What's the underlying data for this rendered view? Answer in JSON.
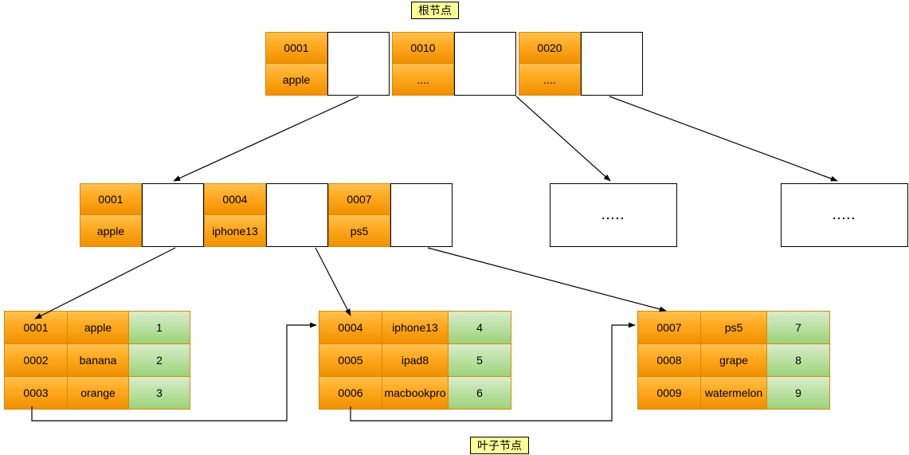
{
  "labels": {
    "root": "根节点",
    "leaf": "叶子节点"
  },
  "root_node": {
    "entries": [
      {
        "key": "0001",
        "value": "apple"
      },
      {
        "key": "0010",
        "value": "...."
      },
      {
        "key": "0020",
        "value": "...."
      }
    ]
  },
  "internal_node": {
    "entries": [
      {
        "key": "0001",
        "value": "apple"
      },
      {
        "key": "0004",
        "value": "iphone13"
      },
      {
        "key": "0007",
        "value": "ps5"
      }
    ]
  },
  "collapsed_nodes": [
    {
      "text": "....."
    },
    {
      "text": "....."
    }
  ],
  "leaves": [
    {
      "rows": [
        {
          "id": "0001",
          "name": "apple",
          "num": "1"
        },
        {
          "id": "0002",
          "name": "banana",
          "num": "2"
        },
        {
          "id": "0003",
          "name": "orange",
          "num": "3"
        }
      ]
    },
    {
      "rows": [
        {
          "id": "0004",
          "name": "iphone13",
          "num": "4"
        },
        {
          "id": "0005",
          "name": "ipad8",
          "num": "5"
        },
        {
          "id": "0006",
          "name": "macbookpro",
          "num": "6"
        }
      ]
    },
    {
      "rows": [
        {
          "id": "0007",
          "name": "ps5",
          "num": "7"
        },
        {
          "id": "0008",
          "name": "grape",
          "num": "8"
        },
        {
          "id": "0009",
          "name": "watermelon",
          "num": "9"
        }
      ]
    }
  ],
  "colors": {
    "orange_top": "#FFC14D",
    "orange_mid": "#FFA81E",
    "orange_bottom": "#F09000",
    "green_top": "#D9EDCB",
    "green_bottom": "#9CD379",
    "label_bg": "#FFFF99",
    "line": "#000000",
    "cell_border": "#D8890B",
    "box_border": "#000000"
  }
}
